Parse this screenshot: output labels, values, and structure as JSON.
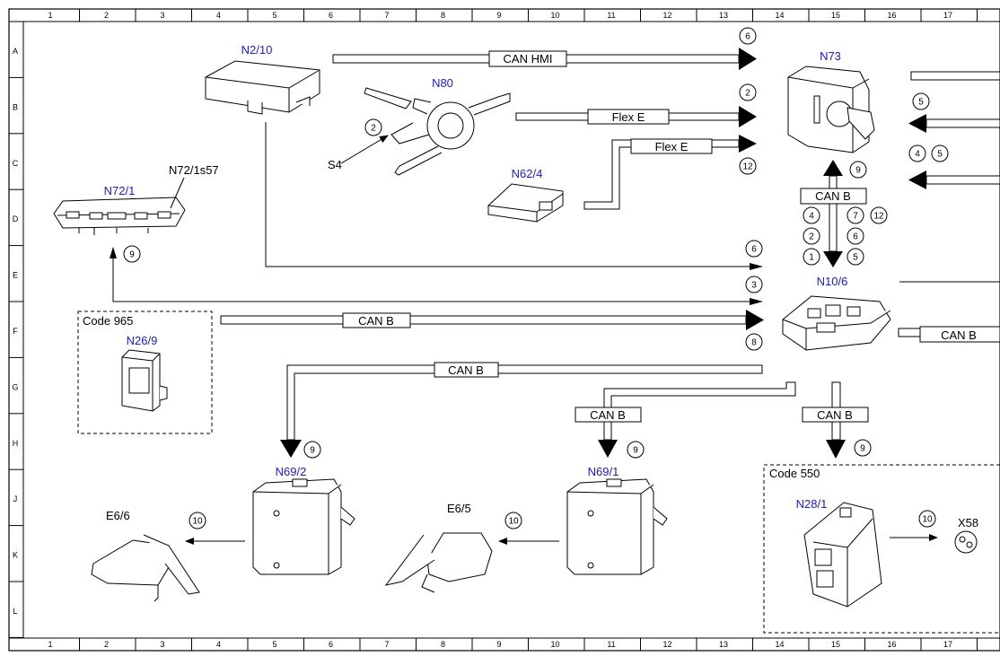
{
  "grid": {
    "columns": [
      "1",
      "2",
      "3",
      "4",
      "5",
      "6",
      "7",
      "8",
      "9",
      "10",
      "11",
      "12",
      "13",
      "14",
      "15",
      "16",
      "17"
    ],
    "rows": [
      "A",
      "B",
      "C",
      "D",
      "E",
      "F",
      "G",
      "H",
      "J",
      "K",
      "L"
    ]
  },
  "components": {
    "n2_10": "N2/10",
    "n80": "N80",
    "s4": "S4",
    "n62_4": "N62/4",
    "n73": "N73",
    "n72_1": "N72/1",
    "n72_1s57": "N72/1s57",
    "n10_6": "N10/6",
    "n26_9": "N26/9",
    "n69_2": "N69/2",
    "n69_1": "N69/1",
    "n28_1": "N28/1",
    "e6_6": "E6/6",
    "e6_5": "E6/5",
    "x58": "X58"
  },
  "code_boxes": {
    "code_965": "Code 965",
    "code_550": "Code 550"
  },
  "bus_labels": {
    "can_hmi": "CAN HMI",
    "flex_e_1": "Flex E",
    "flex_e_2": "Flex E",
    "can_b_vertical": "CAN B",
    "can_b_left": "CAN B",
    "can_b_top": "CAN B",
    "can_b_n69_1": "CAN B",
    "can_b_n28_1": "CAN B",
    "can_b_right": "CAN B"
  },
  "callouts": {
    "a_6": "6",
    "b_2": "2",
    "c_12": "12",
    "s4_2": "2",
    "n73_5": "5",
    "n73_4": "4",
    "n73_5b": "5",
    "up_9": "9",
    "v_4": "4",
    "v_2": "2",
    "v_1": "1",
    "v_7": "7",
    "v_12": "12",
    "v_6": "6",
    "v_5": "5",
    "e_6": "6",
    "e_3": "3",
    "e_9": "9",
    "f_8": "8",
    "h_9a": "9",
    "h_9b": "9",
    "h_9c": "9",
    "k_10a": "10",
    "k_10b": "10",
    "k_10c": "10"
  }
}
